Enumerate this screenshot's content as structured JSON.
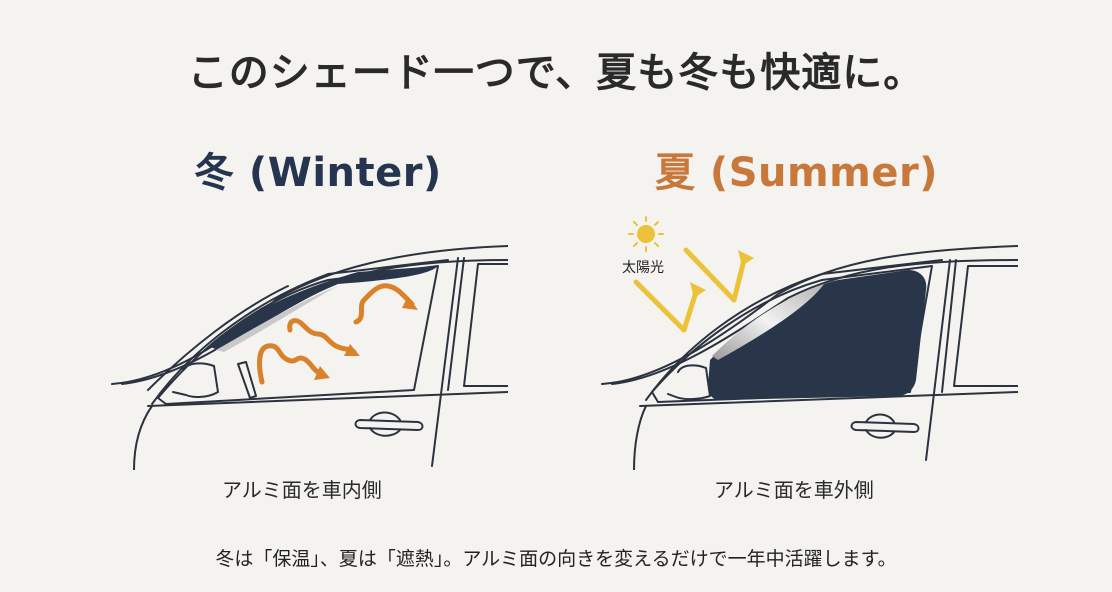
{
  "headline": "このシェード一つで、夏も冬も快適に。",
  "panels": [
    {
      "id": "winter",
      "title": "冬 (Winter)",
      "caption": "アルミ面を車内側",
      "accent_color": "#253550",
      "arrow_color": "#d9822b",
      "illustration": "heat-retained-inside"
    },
    {
      "id": "summer",
      "title": "夏 (Summer)",
      "caption": "アルミ面を車外側",
      "accent_color": "#c8783a",
      "arrow_color": "#ecc23a",
      "sun_label": "太陽光",
      "illustration": "sunlight-reflected-outside"
    }
  ],
  "footer": "冬は「保温」、夏は「遮熱」。アルミ面の向きを変えるだけで一年中活躍します。",
  "colors": {
    "background": "#f4f3ef",
    "outline": "#2b3340",
    "shade_dark": "#29364a",
    "heat_arrow": "#d9822b",
    "sun_arrow": "#ecc23a"
  }
}
